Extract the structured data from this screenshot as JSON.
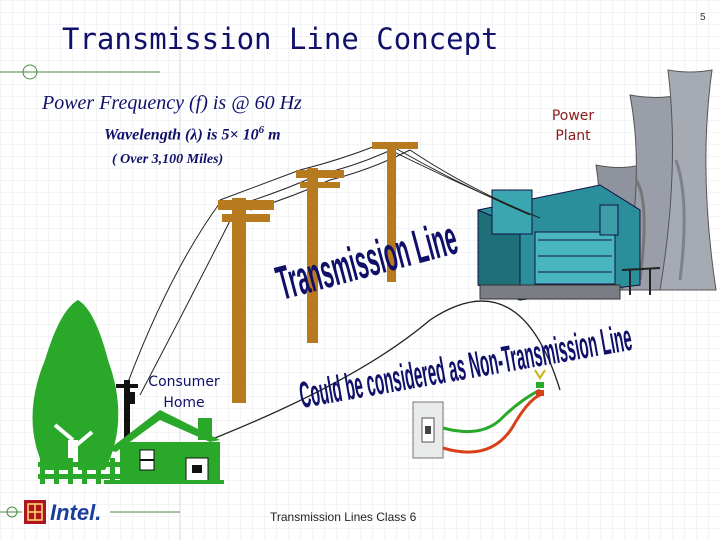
{
  "title": "Transmission Line Concept",
  "slide_number": "5",
  "power_frequency": "Power Frequency (f) is @ 60 Hz",
  "wavelength": {
    "prefix": "Wavelength (",
    "symbol": "λ",
    "middle": ") is 5× 10",
    "exponent": "6",
    "unit": " m"
  },
  "distance_note": "( Over 3,100 Miles)",
  "labels": {
    "power_plant_line1": "Power",
    "power_plant_line2": "Plant",
    "consumer_line1": "Consumer",
    "consumer_line2": "Home",
    "transmission_line": "Transmission Line",
    "non_transmission": "Could be considered as Non-Transmission Line"
  },
  "logo_text": "Intel.",
  "footer": "Transmission Lines Class 6",
  "colors": {
    "title": "#10106a",
    "pole": "#b87a1e",
    "tree": "#2aa82a",
    "house": "#2aa82a",
    "plant": "#2a8f9a",
    "tower": "#8b8f9a",
    "wire_red": "#d8401a",
    "wire_green": "#2aa82a"
  }
}
